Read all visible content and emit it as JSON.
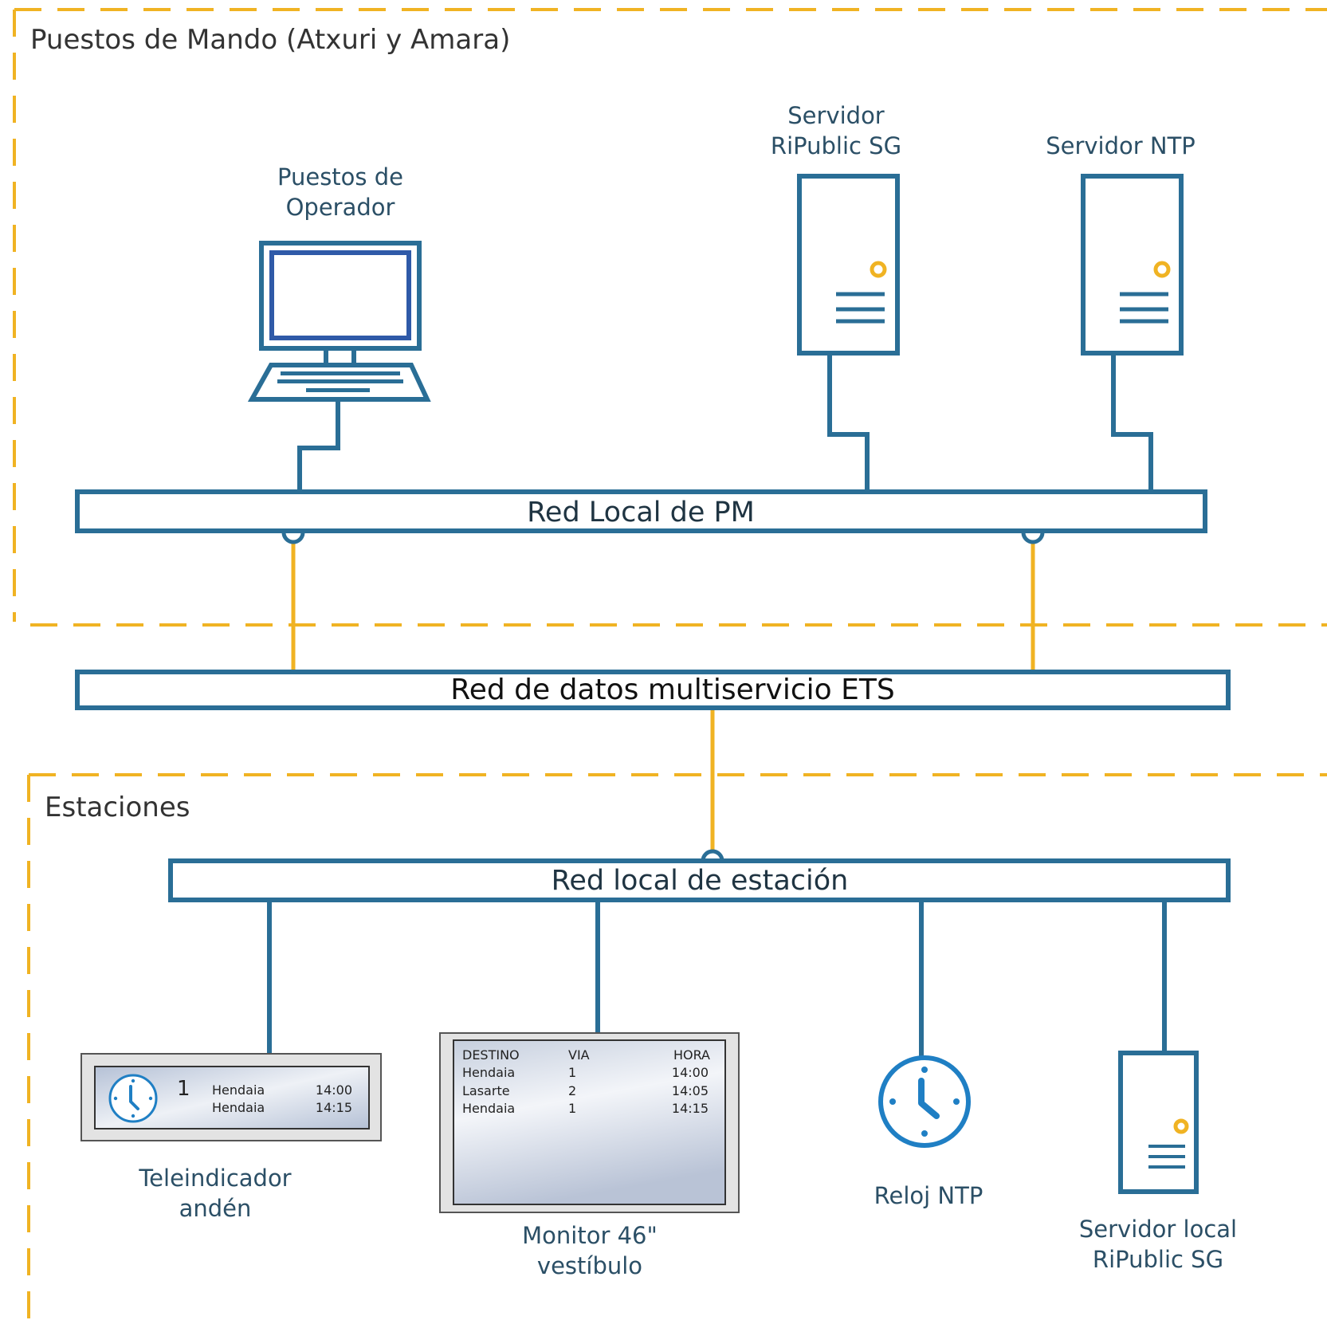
{
  "zones": {
    "top_title": "Puestos de Mando (Atxuri y Amara)",
    "bottom_title": "Estaciones"
  },
  "networks": {
    "pm": "Red Local de PM",
    "ets": "Red de datos multiservicio ETS",
    "station": "Red local de estación"
  },
  "devices": {
    "operator_l1": "Puestos de",
    "operator_l2": "Operador",
    "server_sg_l1": "Servidor",
    "server_sg_l2": "RiPublic SG",
    "server_ntp": "Servidor NTP",
    "teleindicador_l1": "Teleindicador",
    "teleindicador_l2": "andén",
    "monitor_l1": "Monitor 46\"",
    "monitor_l2": "vestíbulo",
    "reloj": "Reloj NTP",
    "local_server_l1": "Servidor local",
    "local_server_l2": "RiPublic SG"
  },
  "teleindicador_display": {
    "track": "1",
    "rows": [
      {
        "dest": "Hendaia",
        "time": "14:00"
      },
      {
        "dest": "Hendaia",
        "time": "14:15"
      }
    ]
  },
  "monitor_display": {
    "headers": {
      "dest": "DESTINO",
      "via": "VIA",
      "hora": "HORA"
    },
    "rows": [
      {
        "dest": "Hendaia",
        "via": "1",
        "hora": "14:00"
      },
      {
        "dest": "Lasarte",
        "via": "2",
        "hora": "14:05"
      },
      {
        "dest": "Hendaia",
        "via": "1",
        "hora": "14:15"
      }
    ]
  },
  "colors": {
    "primary": "#2a6e96",
    "accent": "#f0b323",
    "clock": "#1f7fc4"
  }
}
